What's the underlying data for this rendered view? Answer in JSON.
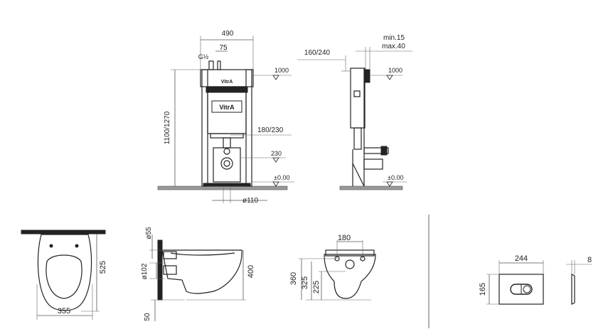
{
  "frame_front": {
    "width_label": "490",
    "pipe_offset_label": "75",
    "thread_label": "G½",
    "height_label": "1100/1270",
    "brand_small": "VitrA",
    "brand_large": "VitrA",
    "level_top_label": "1000",
    "drain_height_label": "180/230",
    "inlet_label": "230",
    "zero_label": "±0.00",
    "pipe_dia_label": "ø110"
  },
  "frame_side": {
    "depth_label": "160/240",
    "min_label": "min.15",
    "max_label": "max.40",
    "level_top_label": "1000",
    "zero_label": "±0.00"
  },
  "bowl_top": {
    "length_label": "525",
    "width_label": "355"
  },
  "bowl_side": {
    "d55_label": "ø55",
    "d102_label": "ø102",
    "height_label": "400",
    "bottom_label": "50"
  },
  "bowl_front": {
    "top_label": "180",
    "h360_label": "360",
    "h325_label": "325",
    "h225_label": "225"
  },
  "flush_plate": {
    "width_label": "244",
    "height_label": "165",
    "depth_label": "8"
  }
}
